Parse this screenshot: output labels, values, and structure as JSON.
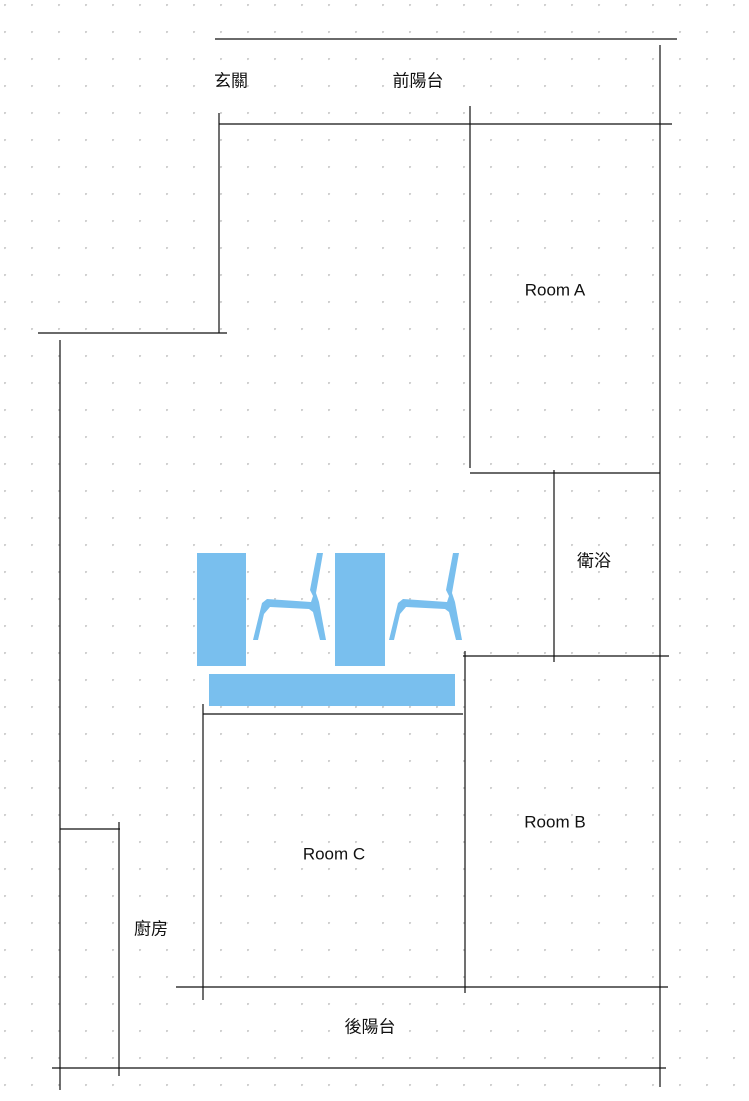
{
  "floor_plan": {
    "rooms": {
      "entrance": "玄關",
      "front_balcony": "前陽台",
      "room_a": "Room A",
      "bathroom": "衛浴",
      "room_b": "Room B",
      "room_c": "Room C",
      "kitchen": "廚房",
      "back_balcony": "後陽台"
    },
    "colors": {
      "furniture": "#79bfee",
      "walls": "#111111",
      "grid_dots": "#d0d0d0"
    }
  }
}
